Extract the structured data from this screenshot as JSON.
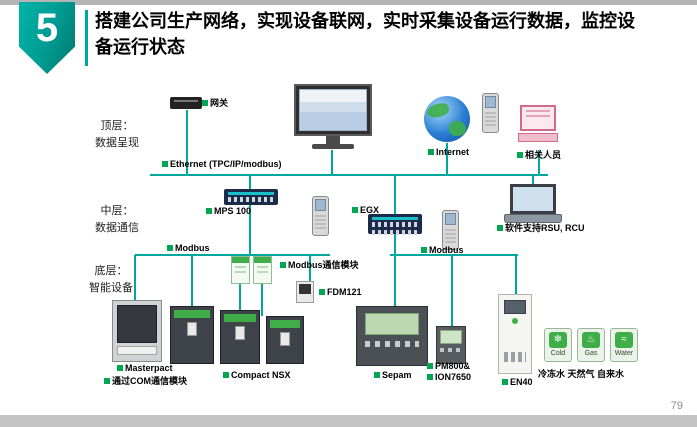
{
  "slide": {
    "badge_number": "5",
    "title": "搭建公司生产网络，实现设备联网，实时采集设备运行数据，监控设备运行状态",
    "page_number": "79"
  },
  "layers": {
    "top": {
      "line1": "顶层：",
      "line2": "数据呈现"
    },
    "middle": {
      "line1": "中层：",
      "line2": "数据通信"
    },
    "bottom": {
      "line1": "底层：",
      "line2": "智能设备"
    }
  },
  "labels": {
    "gateway": "网关",
    "ethernet": "Ethernet (TPC/IP/modbus)",
    "mps100": "MPS 100",
    "egx": "EGX",
    "modbus_left": "Modbus",
    "modbus_module": "Modbus通信模块",
    "modbus_right": "Modbus",
    "fdm121": "FDM121",
    "masterpact": "Masterpact",
    "com_module": "通过COM通信模块",
    "compact_nsx": "Compact NSX",
    "sepam": "Sepam",
    "pm800": "PM800&",
    "ion7650": "ION7650",
    "en40": "EN40",
    "meters_caption": "冷冻水 天然气 自来水",
    "software_support": "软件支持RSU, RCU",
    "internet": "Internet",
    "personnel": "相关人员"
  },
  "meters": [
    {
      "label": "Cold",
      "glyph": "❄",
      "icon": "snowflake-icon"
    },
    {
      "label": "Gas",
      "glyph": "♨",
      "icon": "flame-icon"
    },
    {
      "label": "Water",
      "glyph": "≈",
      "icon": "water-icon"
    }
  ],
  "colors": {
    "accent_teal": "#00a79d",
    "bullet_green": "#00a651",
    "wire": "#00a79d"
  }
}
